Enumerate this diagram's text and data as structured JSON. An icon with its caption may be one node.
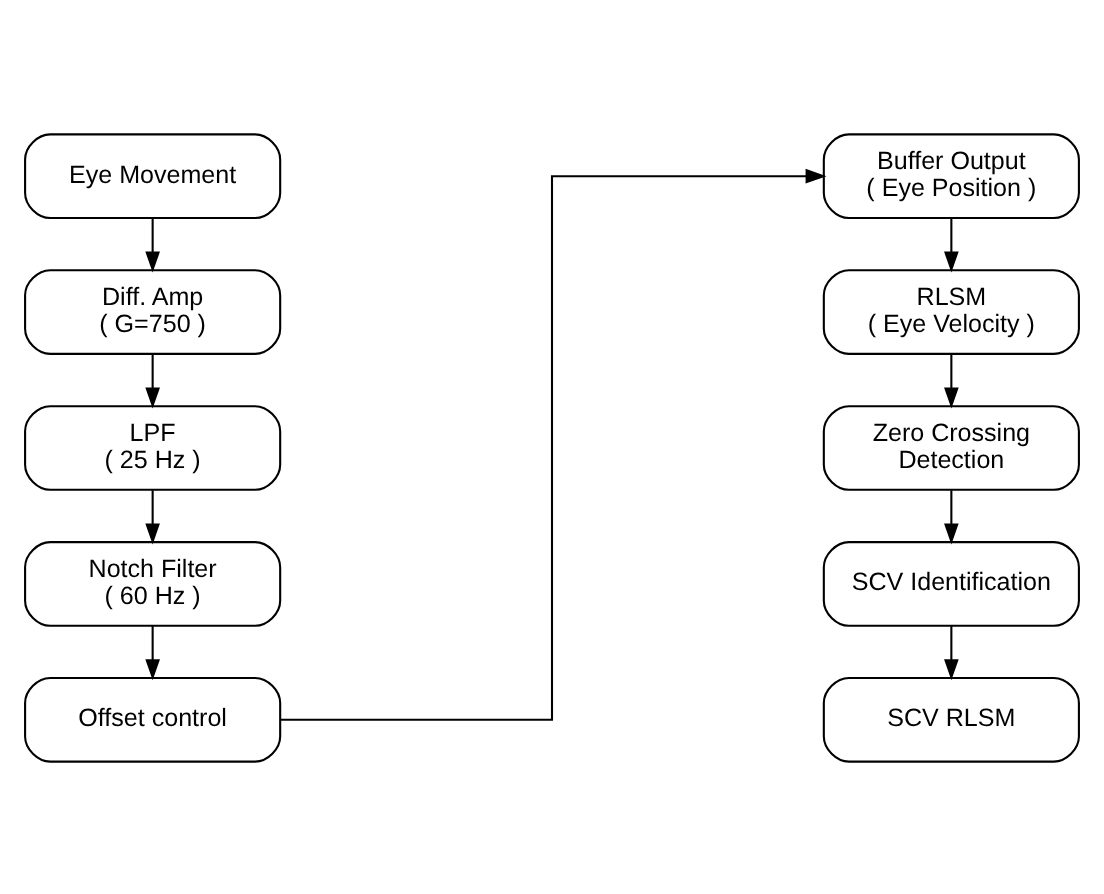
{
  "diagram": {
    "nodes": [
      {
        "text": [
          "Eye Movement"
        ]
      },
      {
        "text": [
          "Diff. Amp",
          "( G=750 )"
        ]
      },
      {
        "text": [
          "LPF",
          "( 25 Hz )"
        ]
      },
      {
        "text": [
          "Notch Filter",
          "( 60 Hz )"
        ]
      },
      {
        "text": [
          "Offset control"
        ]
      },
      {
        "text": [
          "Buffer Output",
          "( Eye Position )"
        ]
      },
      {
        "text": [
          "RLSM",
          "( Eye Velocity )"
        ]
      },
      {
        "text": [
          "Zero Crossing",
          "Detection"
        ]
      },
      {
        "text": [
          "SCV Identification"
        ]
      },
      {
        "text": [
          "SCV RLSM"
        ]
      }
    ],
    "edges": [
      {
        "from": 0,
        "to": 1,
        "arrow": "to"
      },
      {
        "from": 1,
        "to": 2,
        "arrow": "to"
      },
      {
        "from": 2,
        "to": 3,
        "arrow": "to"
      },
      {
        "from": 3,
        "to": 4,
        "arrow": "to"
      },
      {
        "from": 4,
        "to": 5,
        "arrow": "to"
      },
      {
        "from": 5,
        "to": 6,
        "arrow": "to"
      },
      {
        "from": 6,
        "to": 7,
        "arrow": "to"
      },
      {
        "from": 7,
        "to": 8,
        "arrow": "to"
      },
      {
        "from": 8,
        "to": 9,
        "arrow": "to"
      }
    ]
  }
}
